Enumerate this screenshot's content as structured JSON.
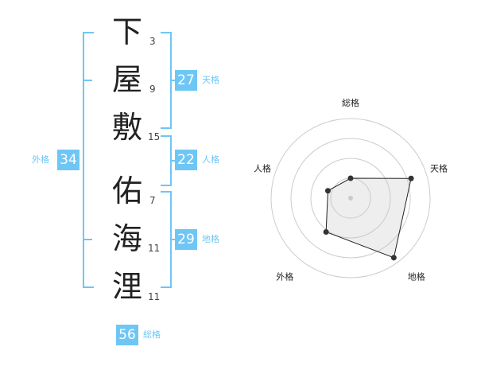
{
  "name_chars": [
    {
      "char": "下",
      "strokes": "3"
    },
    {
      "char": "屋",
      "strokes": "9"
    },
    {
      "char": "敷",
      "strokes": "15"
    },
    {
      "char": "佑",
      "strokes": "7"
    },
    {
      "char": "海",
      "strokes": "11"
    },
    {
      "char": "浬",
      "strokes": "11"
    }
  ],
  "kakusu": {
    "tenkaku": {
      "value": "27",
      "label": "天格"
    },
    "jinkaku": {
      "value": "22",
      "label": "人格"
    },
    "chikaku": {
      "value": "29",
      "label": "地格"
    },
    "gaikaku": {
      "value": "34",
      "label": "外格"
    },
    "soukaku": {
      "value": "56",
      "label": "総格"
    }
  },
  "colors": {
    "accent": "#6ec6f5",
    "text": "#222222",
    "grid": "#cccccc"
  },
  "chart_data": {
    "type": "radar",
    "axes": [
      "総格",
      "天格",
      "地格",
      "外格",
      "人格"
    ],
    "max": 4,
    "rings": 4,
    "values": [
      1,
      3.2,
      3.7,
      2.1,
      1.2
    ]
  }
}
